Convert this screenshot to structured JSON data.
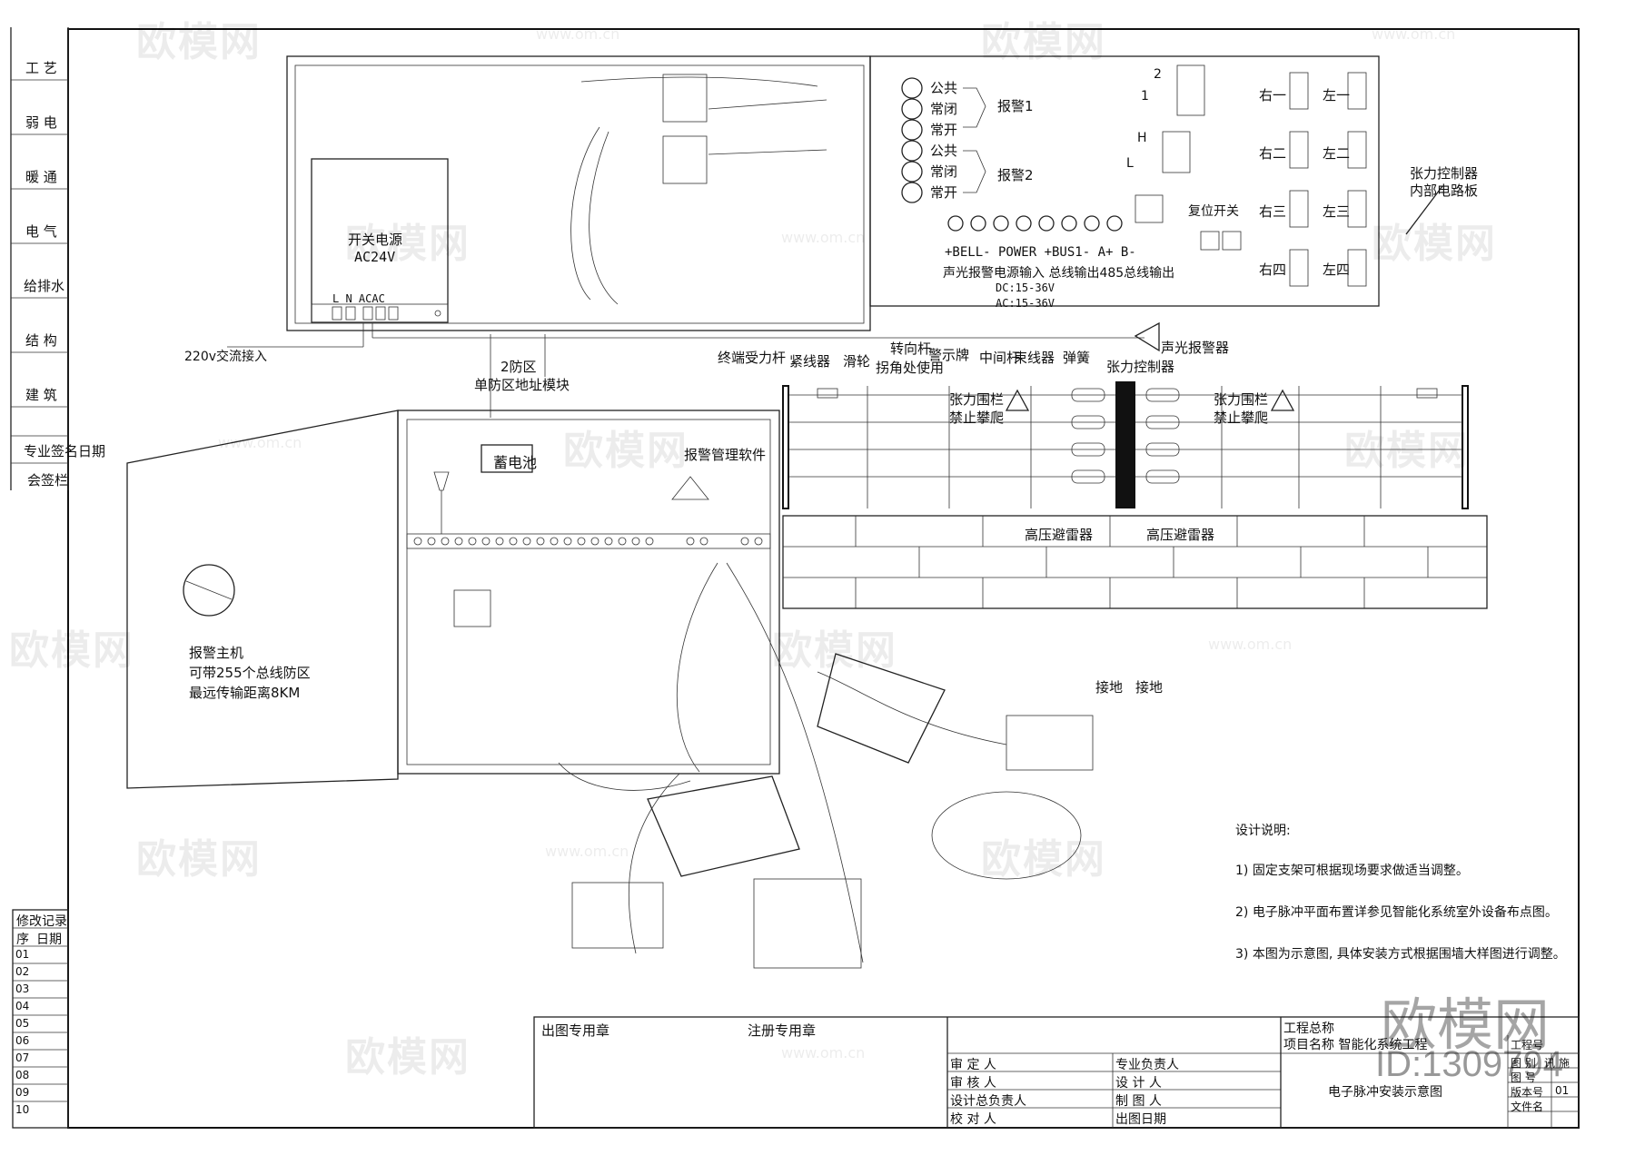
{
  "left_strip": [
    "工 艺",
    "弱 电",
    "暖 通",
    "电 气",
    "给排水",
    "结 构",
    "建 筑"
  ],
  "left_strip_extra": {
    "major": "专业",
    "sign_name": "签名",
    "date": "日期",
    "countersign": "会签栏"
  },
  "revision": {
    "title": "修改记录",
    "seq": "序",
    "date": "日期",
    "rows": [
      "01",
      "02",
      "03",
      "04",
      "05",
      "06",
      "07",
      "08",
      "09",
      "10"
    ]
  },
  "power_supply": {
    "title": "开关电源",
    "voltage": "AC24V",
    "terminals": "L  N   ACAC",
    "ac_input": "220v交流接入"
  },
  "controller_board": {
    "terminals_left": [
      "公共",
      "常闭",
      "常开",
      "公共",
      "常闭",
      "常开"
    ],
    "alarm1": "报警1",
    "alarm2": "报警2",
    "bottom_terminals": "+BELL-   POWER   +BUS1-  A+  B-",
    "bottom_desc": "声光报警电源输入  总线输出485总线输出",
    "dc": "DC:15-36V",
    "ac": "AC:15-36V",
    "jumper2": "2",
    "jumper1": "1",
    "h": "H",
    "l": "L",
    "reset": "复位开关",
    "right_col": [
      "右一",
      "右二",
      "右三",
      "右四"
    ],
    "left_col": [
      "左一",
      "左二",
      "左三",
      "左四"
    ],
    "board_label": "张力控制器\n内部电路板"
  },
  "module": {
    "zone": "2防区",
    "name": "单防区地址模块"
  },
  "strobe": "声光报警器",
  "fence_labels": {
    "end_pole": "终端受力杆",
    "tensioner": "紧线器",
    "pulley": "滑轮",
    "turn_pole": "转向杆",
    "corner": "拐角处使用",
    "warning": "警示牌",
    "mid_pole": "中间杆",
    "wire_clamp": "束线器",
    "spring": "弹簧",
    "controller": "张力控制器",
    "sign_left": "张力围栏\n禁止攀爬",
    "sign_right": "张力围栏\n禁止攀爬",
    "arrester1": "高压避雷器",
    "arrester2": "高压避雷器",
    "ground1": "接地",
    "ground2": "接地"
  },
  "host": {
    "battery": "蓄电池",
    "software": "报警管理软件",
    "desc": "报警主机\n可带255个总线防区\n最远传输距离8KM"
  },
  "design_notes": {
    "title": "设计说明:",
    "items": [
      "1) 固定支架可根据现场要求做适当调整。",
      "2) 电子脉冲平面布置详参见智能化系统室外设备布点图。",
      "3) 本图为示意图, 具体安装方式根据围墙大样图进行调整。"
    ]
  },
  "title_block": {
    "stamp1": "出图专用章",
    "stamp2": "注册专用章",
    "left_roles": [
      "审 定 人",
      "审 核 人",
      "设计总负责人",
      "校 对 人"
    ],
    "mid_roles": [
      "专业负责人",
      "设 计 人",
      "制 图 人",
      "出图日期"
    ],
    "project_total": "工程总称",
    "project_name": "项目名称 智能化系统工程",
    "drawing_name": "电子脉冲安装示意图",
    "right_labels": [
      "工程号",
      "图 别",
      "图 号",
      "版本号",
      "文件名"
    ],
    "drawing_type": "讯 施",
    "version": "01"
  },
  "watermarks": {
    "brand": "欧模网",
    "url": "www.om.cn",
    "big": "欧模网",
    "id": "ID:1309794"
  }
}
